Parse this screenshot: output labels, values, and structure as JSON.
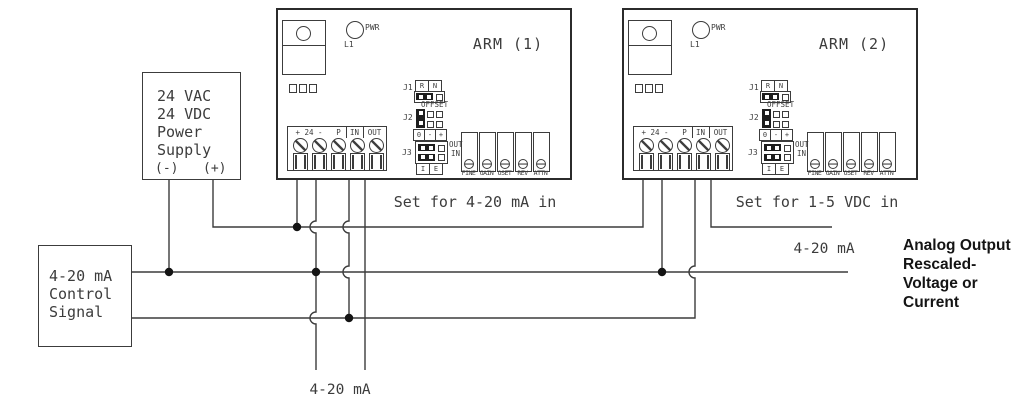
{
  "diagram": {
    "power_supply": {
      "lines": [
        "24 VAC",
        "24 VDC",
        "Power",
        "Supply"
      ],
      "neg": "(-)",
      "pos": "(+)"
    },
    "control_signal": {
      "lines": [
        "4-20 mA",
        "Control",
        "Signal"
      ]
    },
    "arms": [
      {
        "title": "ARM (1)",
        "caption": "Set for 4-20 mA in"
      },
      {
        "title": "ARM (2)",
        "caption": "Set for 1-5 VDC in"
      }
    ],
    "arm_labels": {
      "pwr": "PWR",
      "led": "L1",
      "j1": "J1",
      "j1_r": "R",
      "j1_n": "N",
      "offset": "OFFSET",
      "j2": "J2",
      "j2_zero": "0",
      "j2_minus": "-",
      "j2_plus": "+",
      "j3": "J3",
      "j3_out": "OUT",
      "j3_in": "IN",
      "j3_i": "I",
      "j3_e": "E",
      "pots": [
        "FINE",
        "GAIN",
        "OSET",
        "REV",
        "ATTN"
      ],
      "term_24": "+ 24 -",
      "term_p": "P",
      "term_in": "IN",
      "term_out": "OUT"
    },
    "wire_labels": {
      "arm1_out": "4-20 mA",
      "arm2_out": "4-20 mA"
    },
    "annotation": [
      "Analog Output",
      "Rescaled-",
      "Voltage or",
      "Current"
    ],
    "colors": {
      "line": "#3c3c3c",
      "dot": "#141414"
    }
  }
}
